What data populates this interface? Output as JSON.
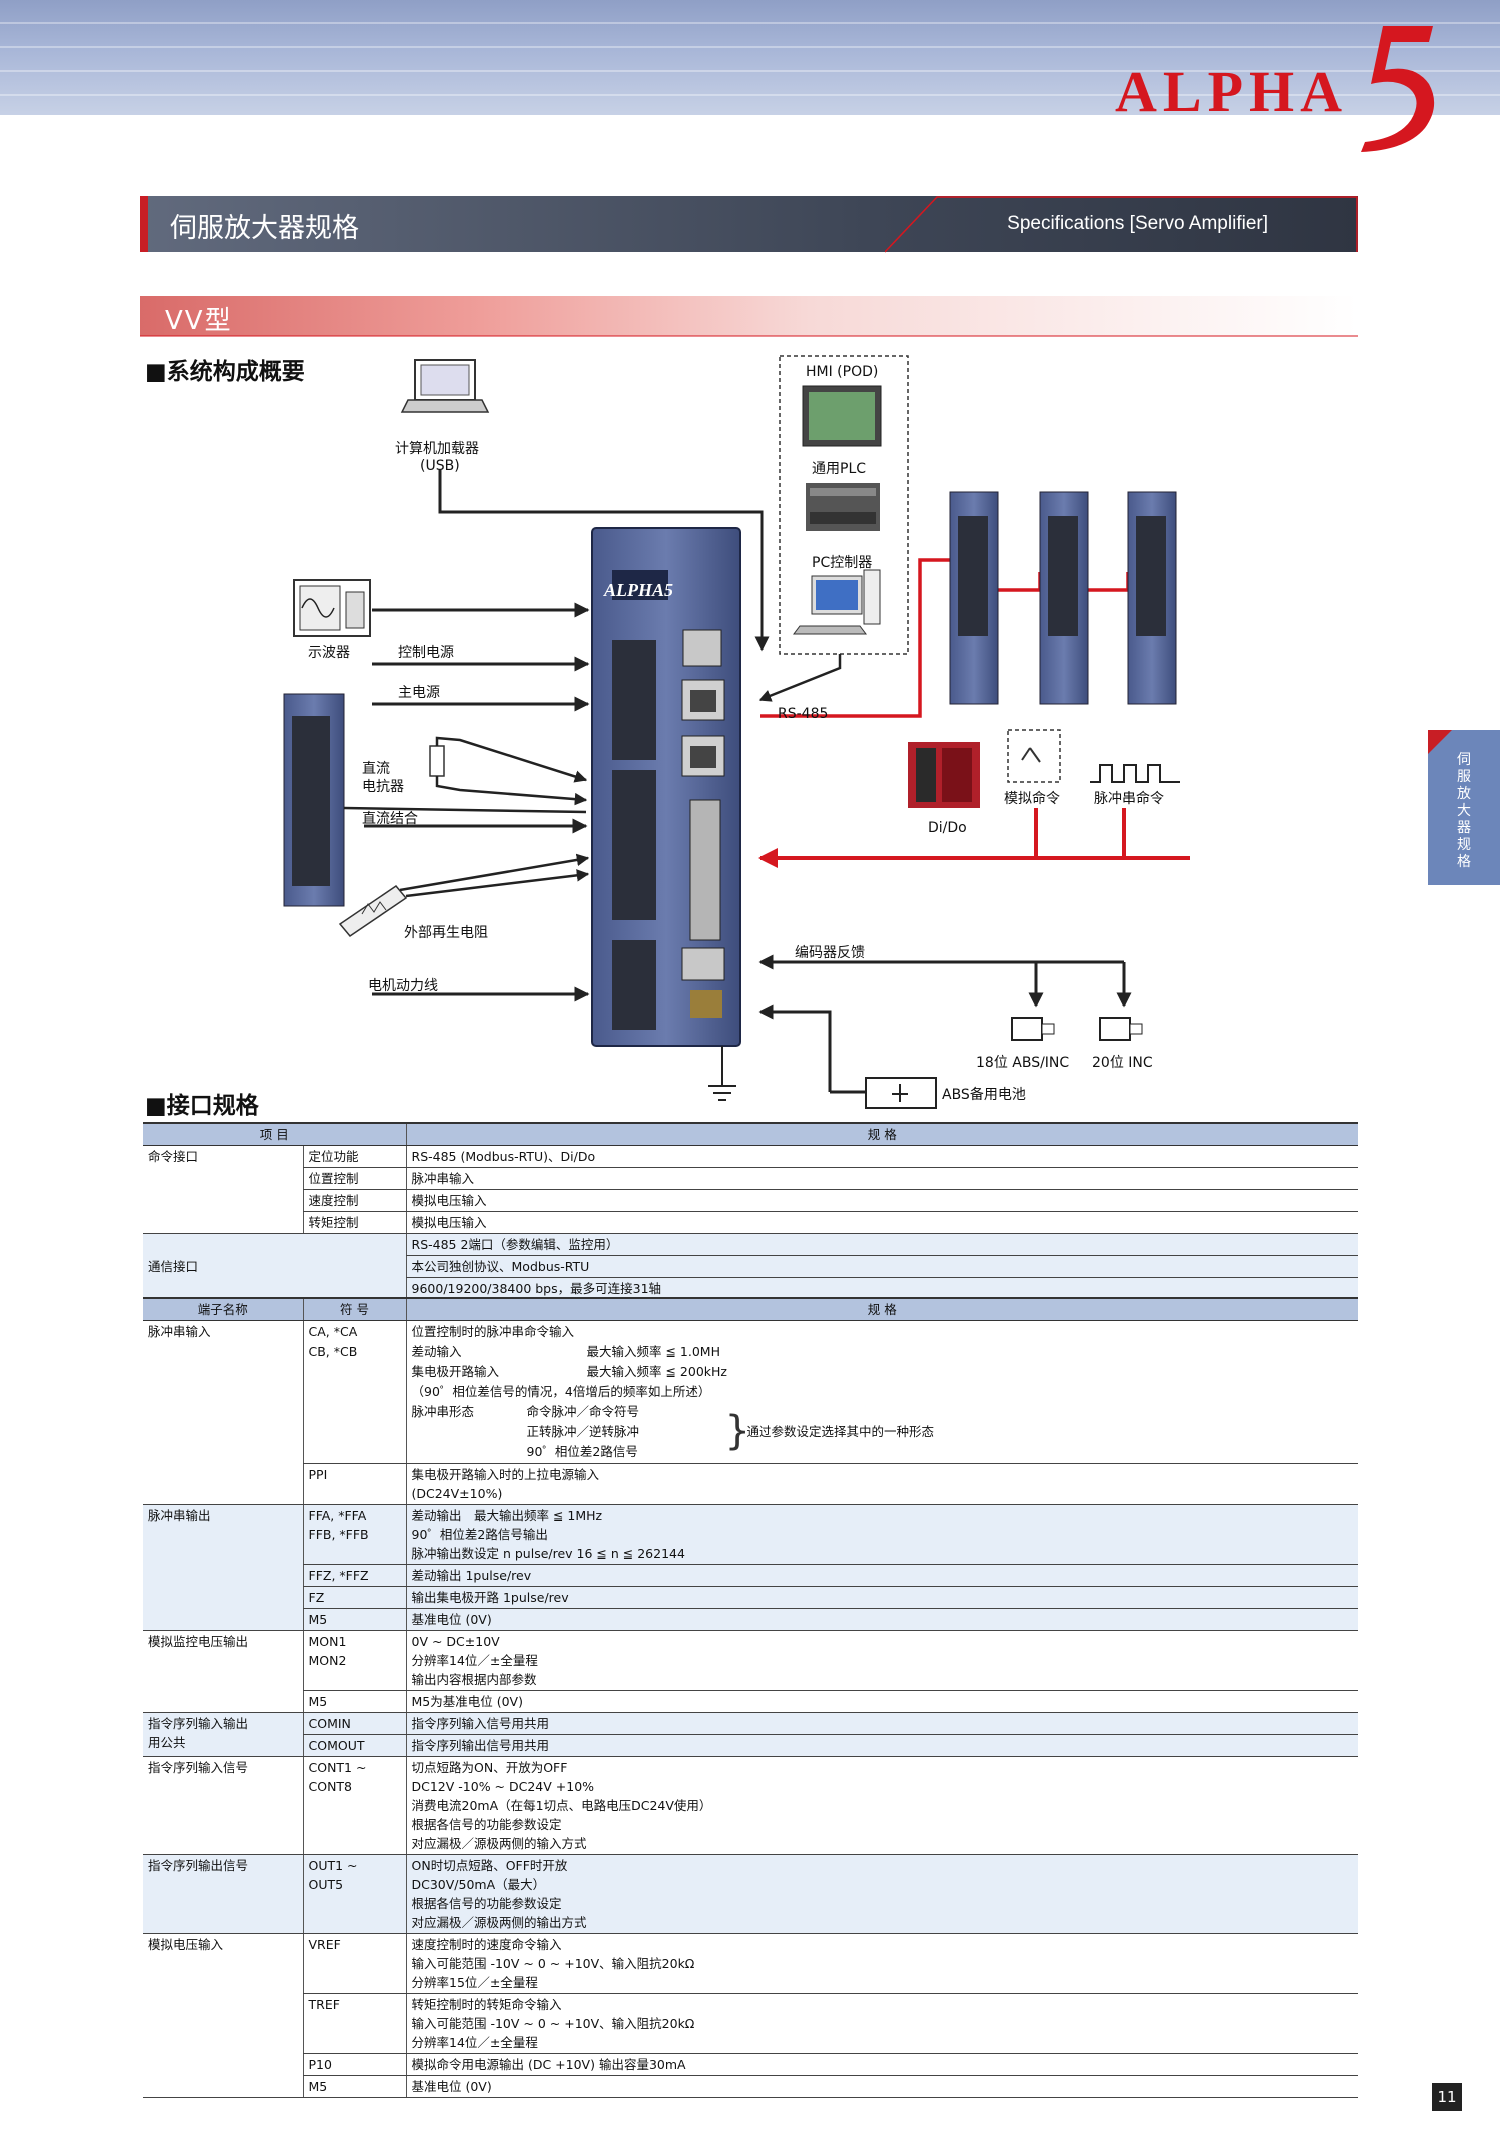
{
  "brand": {
    "logo_text": "ALPHA",
    "logo_numeral": "5"
  },
  "section": {
    "title_cn": "伺服放大器规格",
    "title_en": "Specifications [Servo Amplifier]"
  },
  "model": {
    "label": "VV型"
  },
  "diagram": {
    "heading": "■系统构成概要",
    "pc_loader": "计算机加载器",
    "pc_loader_port": "(USB)",
    "hmi": "HMI (POD)",
    "plc": "通用PLC",
    "pc_controller": "PC控制器",
    "rs485": "RS-485",
    "oscilloscope": "示波器",
    "control_power": "控制电源",
    "main_power": "主电源",
    "dc_reactor_1": "直流",
    "dc_reactor_2": "电抗器",
    "dc_link": "直流结合",
    "ext_regen": "外部再生电阻",
    "motor_power": "电机动力线",
    "encoder_feedback": "编码器反馈",
    "dido": "Di/Do",
    "analog_cmd": "模拟命令",
    "pulse_cmd": "脉冲串命令",
    "enc18": "18位 ABS/INC",
    "enc20": "20位 INC",
    "battery": "ABS备用电池",
    "amp_logo": "ALPHA5"
  },
  "interface": {
    "heading": "■接口规格",
    "table1_headers": [
      "项 目",
      "规 格"
    ],
    "table1": [
      {
        "item": "命令接口",
        "sub": "定位功能",
        "spec": "RS-485 (Modbus-RTU)、Di/Do"
      },
      {
        "item": "",
        "sub": "位置控制",
        "spec": "脉冲串输入"
      },
      {
        "item": "",
        "sub": "速度控制",
        "spec": "模拟电压输入"
      },
      {
        "item": "",
        "sub": "转矩控制",
        "spec": "模拟电压输入"
      }
    ],
    "comm": {
      "item": "通信接口",
      "lines": [
        "RS-485 2端口（参数编辑、监控用）",
        "本公司独创协议、Modbus-RTU",
        "9600/19200/38400 bps，最多可连接31轴"
      ]
    },
    "table2_headers": [
      "端子名称",
      "符 号",
      "规 格"
    ],
    "pulse_in": {
      "name": "脉冲串输入",
      "sym1": "CA, *CA",
      "sym2": "CB, *CB",
      "l1": "位置控制时的脉冲串命令输入",
      "l2a": "差动输入",
      "l2b": "最大输入频率 ≦ 1.0MH",
      "l3a": "集电极开路输入",
      "l3b": "最大输入频率 ≦ 200kHz",
      "l4": "（90゜相位差信号的情况，4倍增后的频率如上所述）",
      "l5": "脉冲串形态",
      "f1": "命令脉冲／命令符号",
      "f2": "正转脉冲／逆转脉冲",
      "f3": "90゜相位差2路信号",
      "fnote": "通过参数设定选择其中的一种形态",
      "ppi_sym": "PPI",
      "ppi1": "集电极开路输入时的上拉电源输入",
      "ppi2": "(DC24V±10%)"
    },
    "pulse_out": {
      "name": "脉冲串输出",
      "sym1": "FFA, *FFA",
      "sym2": "FFB, *FFB",
      "l1": "差动输出　最大输出频率 ≦ 1MHz",
      "l2": "90゜相位差2路信号输出",
      "l3": "脉冲输出数设定 n pulse/rev 16 ≦ n ≦ 262144",
      "ffz_sym": "FFZ, *FFZ",
      "ffz": "差动输出 1pulse/rev",
      "fz_sym": "FZ",
      "fz": "输出集电极开路 1pulse/rev",
      "m5_sym": "M5",
      "m5": "基准电位 (0V)"
    },
    "monitor": {
      "name": "模拟监控电压输出",
      "sym1": "MON1",
      "sym2": "MON2",
      "l1": "0V ~ DC±10V",
      "l2": "分辨率14位／±全量程",
      "l3": "输出内容根据内部参数",
      "m5_sym": "M5",
      "m5": "M5为基准电位 (0V)"
    },
    "common": {
      "name1": "指令序列输入输出",
      "name2": "用公共",
      "sym1": "COMIN",
      "spec1": "指令序列输入信号用共用",
      "sym2": "COMOUT",
      "spec2": "指令序列输出信号用共用"
    },
    "seq_in": {
      "name": "指令序列输入信号",
      "sym1": "CONT1 ~",
      "sym2": "CONT8",
      "lines": [
        "切点短路为ON、开放为OFF",
        "DC12V -10% ~ DC24V +10%",
        "消费电流20mA（在每1切点、电路电压DC24V使用）",
        "根据各信号的功能参数设定",
        "对应漏极／源极两侧的输入方式"
      ]
    },
    "seq_out": {
      "name": "指令序列输出信号",
      "sym1": "OUT1 ~",
      "sym2": "OUT5",
      "lines": [
        "ON时切点短路、OFF时开放",
        "DC30V/50mA（最大）",
        "根据各信号的功能参数设定",
        "对应漏极／源极两侧的输出方式"
      ]
    },
    "analog_in": {
      "name": "模拟电压输入",
      "vref_sym": "VREF",
      "vref": [
        "速度控制时的速度命令输入",
        "输入可能范围 -10V ~ 0 ~ +10V、输入阻抗20kΩ",
        "分辨率15位／±全量程"
      ],
      "tref_sym": "TREF",
      "tref": [
        "转矩控制时的转矩命令输入",
        "输入可能范围 -10V ~ 0 ~ +10V、输入阻抗20kΩ",
        "分辨率14位／±全量程"
      ],
      "p10_sym": "P10",
      "p10": "模拟命令用电源输出 (DC +10V) 输出容量30mA",
      "m5_sym": "M5",
      "m5": "基准电位 (0V)"
    }
  },
  "side_tab": "伺服放大器规格",
  "page_number": "11"
}
